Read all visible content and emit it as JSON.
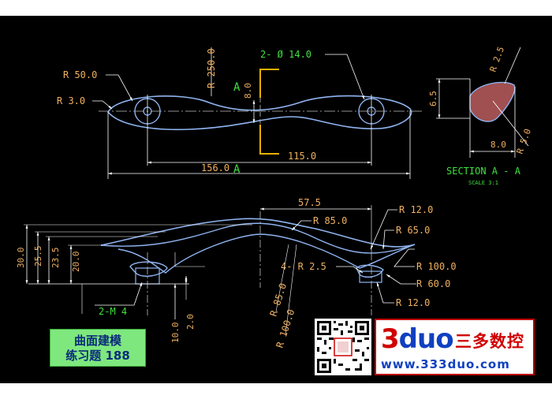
{
  "labels": {
    "r50": "R 50.0",
    "r3": "R 3.0",
    "r250": "R 250.0",
    "section_a_top": "A",
    "section_a_bottom": "A",
    "hole_dim": "2- Ø 14.0",
    "dim_8": "8.0",
    "dim_115": "115.0",
    "dim_156": "156.0",
    "r2_5_section": "R 2.5",
    "r5_section": "R 5.0",
    "dim_6_5": "6.5",
    "dim_8_section": "8.0",
    "section_title": "SECTION A - A",
    "section_scale": "SCALE 3:1",
    "dim_57_5": "57.5",
    "r85_top": "R 85.0",
    "r12_top": "R 12.0",
    "r65": "R 65.0",
    "dim_30": "30.0",
    "dim_25_5": "25.5",
    "dim_23_5": "23.5",
    "dim_20": "20.0",
    "r2_5_side": "4- R 2.5",
    "r100_right": "R 100.0",
    "r60": "R 60.0",
    "r12_bottom": "R 12.0",
    "r85_left": "R 85.0",
    "r100_left": "R 100.0",
    "thread": "2-M 4",
    "dim_10": "10.0",
    "dim_2": "2.0"
  },
  "exercise": {
    "title": "曲面建模",
    "subtitle": "练习题 188"
  },
  "brand": {
    "logo_digit": "3",
    "logo_text": "duo",
    "chinese_name": "三多数控",
    "url": "www.333duo.com"
  },
  "colors": {
    "background": "#000000",
    "outline": "#8fb4f0",
    "dimension": "#ffffff",
    "dimension_text": "#f0b060",
    "accent_yellow": "#e8b000",
    "accent_green": "#40e040",
    "section_fill": "#a05050",
    "logo_red": "#d00000",
    "logo_blue": "#1040c0"
  }
}
